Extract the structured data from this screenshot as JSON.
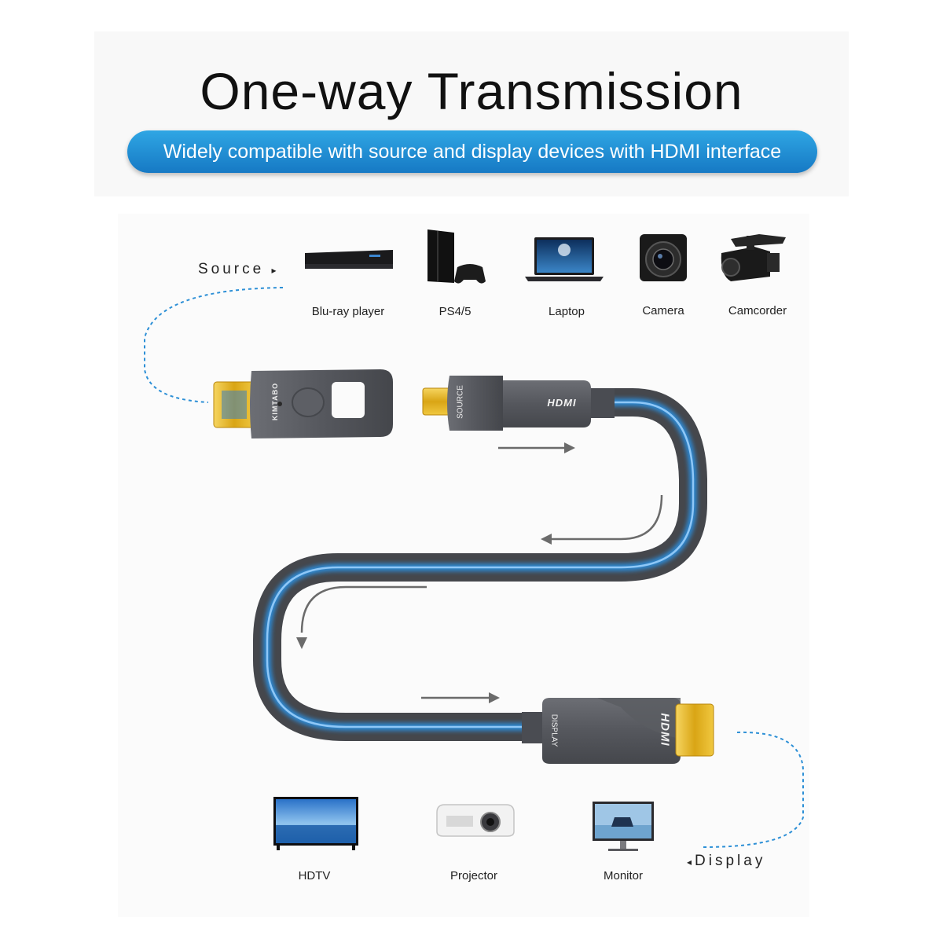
{
  "title": "One-way Transmission",
  "subtitle": "Widely compatible with source and display devices with HDMI interface",
  "source": {
    "label": "Source",
    "devices": [
      {
        "name": "Blu-ray player",
        "icon": "bluray-player-icon"
      },
      {
        "name": "PS4/5",
        "icon": "game-console-icon"
      },
      {
        "name": "Laptop",
        "icon": "laptop-icon"
      },
      {
        "name": "Camera",
        "icon": "camera-icon"
      },
      {
        "name": "Camcorder",
        "icon": "camcorder-icon"
      }
    ]
  },
  "display": {
    "label": "Display",
    "devices": [
      {
        "name": "HDTV",
        "icon": "tv-icon"
      },
      {
        "name": "Projector",
        "icon": "projector-icon"
      },
      {
        "name": "Monitor",
        "icon": "monitor-icon"
      }
    ]
  },
  "cable": {
    "brand": "KIMTABO",
    "source_end": "SOURCE",
    "display_end": "DISPLAY",
    "connector_logo": "HDMI"
  },
  "colors": {
    "accent": "#1a84cc",
    "cable": "#4a4c52",
    "glow": "#2b8fe0",
    "gold": "#e0b020"
  }
}
